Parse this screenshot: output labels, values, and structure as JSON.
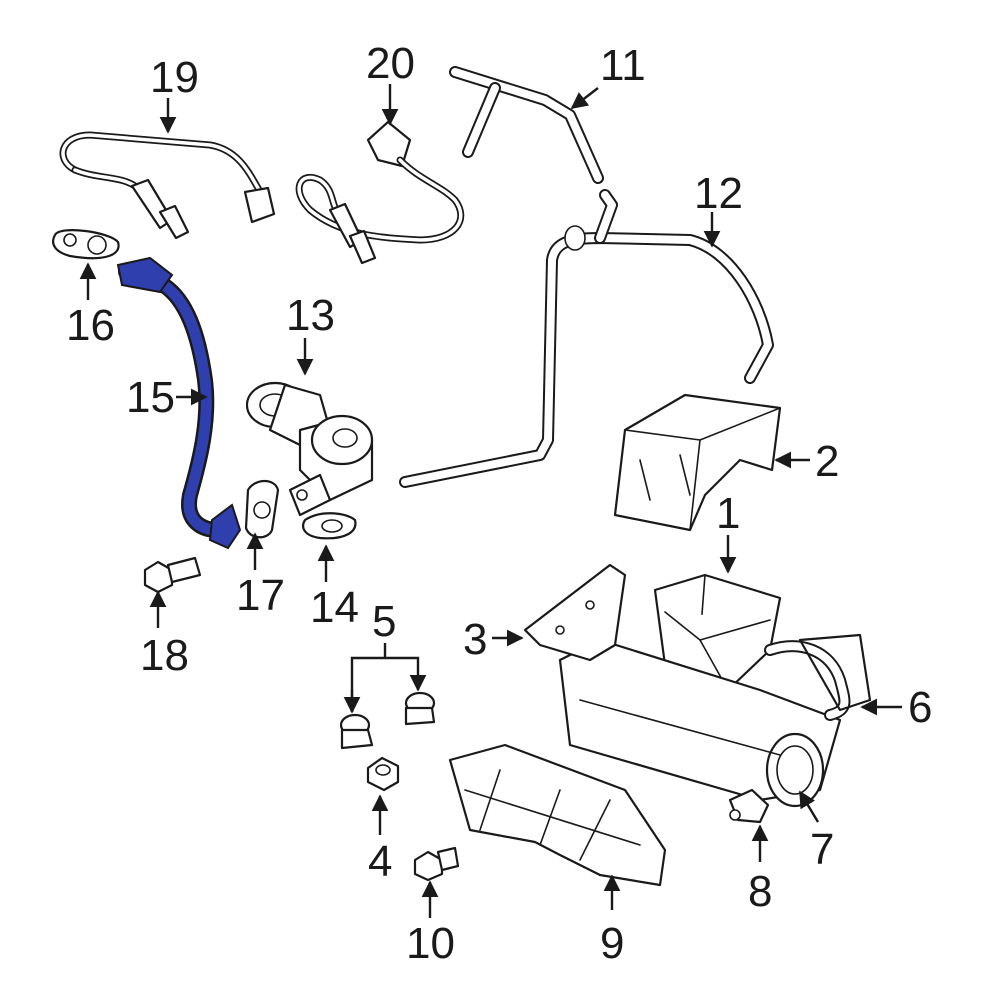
{
  "diagram": {
    "highlight_color": "#2f3fae",
    "callouts": {
      "c1": "1",
      "c2": "2",
      "c3": "3",
      "c4": "4",
      "c5": "5",
      "c6": "6",
      "c7": "7",
      "c8": "8",
      "c9": "9",
      "c10": "10",
      "c11": "11",
      "c12": "12",
      "c13": "13",
      "c14": "14",
      "c15": "15",
      "c16": "16",
      "c17": "17",
      "c18": "18",
      "c19": "19",
      "c20": "20"
    }
  }
}
